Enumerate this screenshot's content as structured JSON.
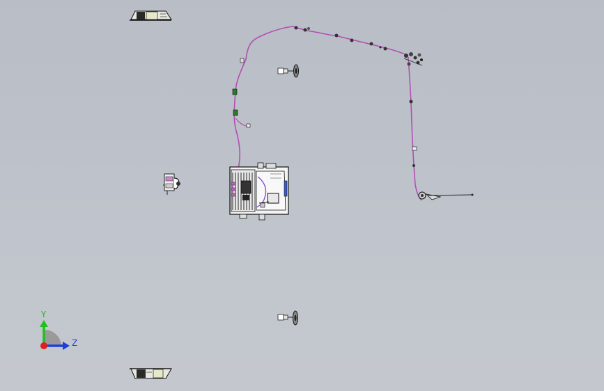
{
  "viewport": {
    "background_color": "#bcc0c8"
  },
  "wire_color": "#b24fb3",
  "triad": {
    "y_label": "Y",
    "z_label": "Z",
    "y_color": "#20c020",
    "z_color": "#1f3fd8",
    "x_color": "#e02020"
  },
  "parts": [
    {
      "name": "top-light-bracket",
      "icon": "light-bracket-icon"
    },
    {
      "name": "bottom-light-bracket",
      "icon": "light-bracket-icon"
    },
    {
      "name": "upper-speaker-connector",
      "icon": "connector-icon"
    },
    {
      "name": "lower-speaker-connector",
      "icon": "connector-icon"
    },
    {
      "name": "side-connector",
      "icon": "connector-icon"
    },
    {
      "name": "control-module",
      "icon": "module-icon"
    },
    {
      "name": "wire-harness",
      "icon": "harness-icon"
    },
    {
      "name": "antenna-rod",
      "icon": "antenna-icon"
    }
  ]
}
